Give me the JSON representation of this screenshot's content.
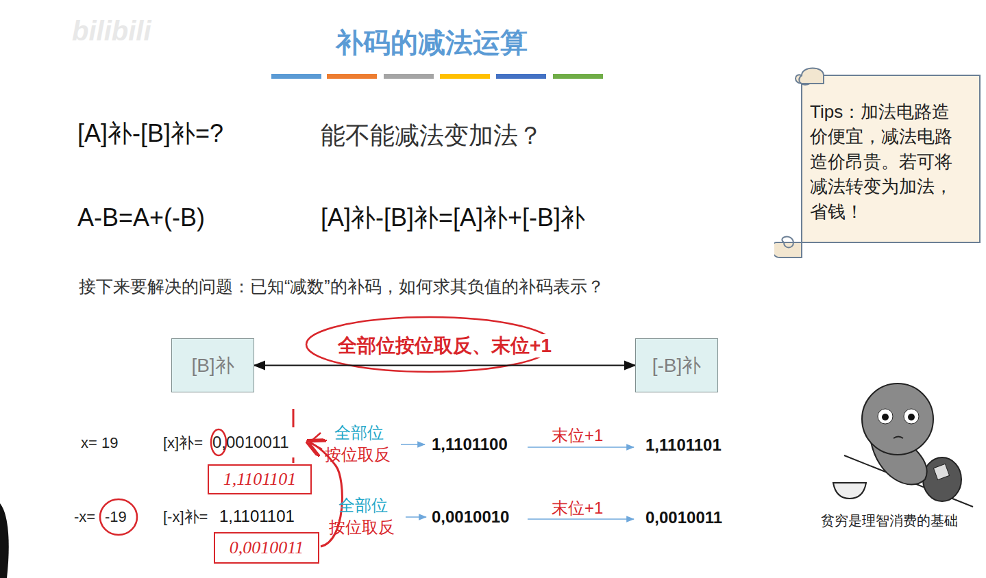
{
  "diagram": {
    "title": "补码的减法运算",
    "nodes": [
      {
        "text": [
          "Tips：加法电路造价便宜，减法电路造价昂贵。若可将减法转变为加法，省钱！"
        ]
      },
      {
        "text": [
          "[B]补"
        ]
      },
      {
        "text": [
          "[-B]补"
        ]
      },
      {
        "text": [
          "1,1101101"
        ]
      },
      {
        "text": [
          "0,0010011"
        ]
      }
    ],
    "edges": [
      {
        "from": 1,
        "to": 2,
        "arrow": "both",
        "label": "全部位按位取反、末位+1"
      }
    ],
    "labels": [
      "bilibili",
      "[A]补-[B]补=?",
      "能不能减法变加法？",
      "A-B=A+(-B)",
      "[A]补-[B]补=[A]补+[-B]补",
      "接下来要解决的问题：已知“减数”的补码，如何求其负值的补码表示？",
      "x= 19",
      "[x]补=",
      "0,0010011",
      "全部位",
      "按位取反",
      "1,1101100",
      "末位+1",
      "1,1101101",
      "-x=",
      "-19",
      "[-x]补=",
      "1,1101101",
      "全部位",
      "按位取反",
      "0,0010010",
      "末位+1",
      "0,0010011",
      "贫穷是理智消费的基础"
    ]
  }
}
